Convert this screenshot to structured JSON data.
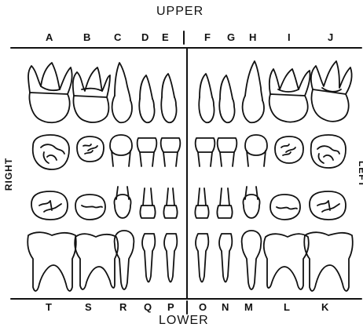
{
  "chart": {
    "upper_title": "UPPER",
    "lower_title": "LOWER",
    "right_label": "RIGHT",
    "left_label": "LEFT",
    "upper_letters": [
      "A",
      "B",
      "C",
      "D",
      "E",
      "F",
      "G",
      "H",
      "I",
      "J"
    ],
    "lower_letters": [
      "T",
      "S",
      "R",
      "Q",
      "P",
      "O",
      "N",
      "M",
      "L",
      "K"
    ]
  }
}
